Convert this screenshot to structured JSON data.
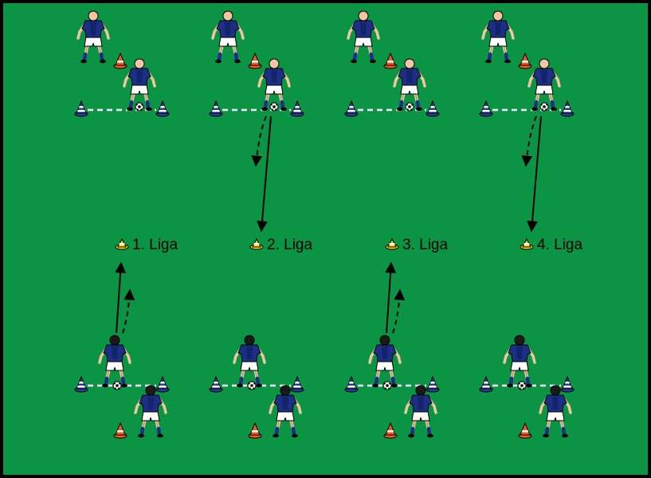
{
  "colors": {
    "pitch": "#0a9443",
    "border": "#000000",
    "jersey": "#1c2f86",
    "jersey_shade": "#0f1b55",
    "shorts": "#ffffff",
    "skin": "#f2c6a0",
    "cone_orange": "#f05a22",
    "cone_white": "#ffffff",
    "cone_blue": "#2a3d9c",
    "marker_yellow": "#ffd200",
    "line": "#ffffff",
    "arrow": "#000000"
  },
  "icons": {
    "player": "player-icon",
    "cone": "cone-icon",
    "goal_cone": "goal-cone-icon",
    "ball": "ball-icon",
    "marker": "marker-cone-icon"
  },
  "leagues": [
    {
      "label": "1. Liga",
      "pass_from": "bottom"
    },
    {
      "label": "2. Liga",
      "pass_from": "top"
    },
    {
      "label": "3. Liga",
      "pass_from": "bottom"
    },
    {
      "label": "4. Liga",
      "pass_from": "top"
    }
  ]
}
